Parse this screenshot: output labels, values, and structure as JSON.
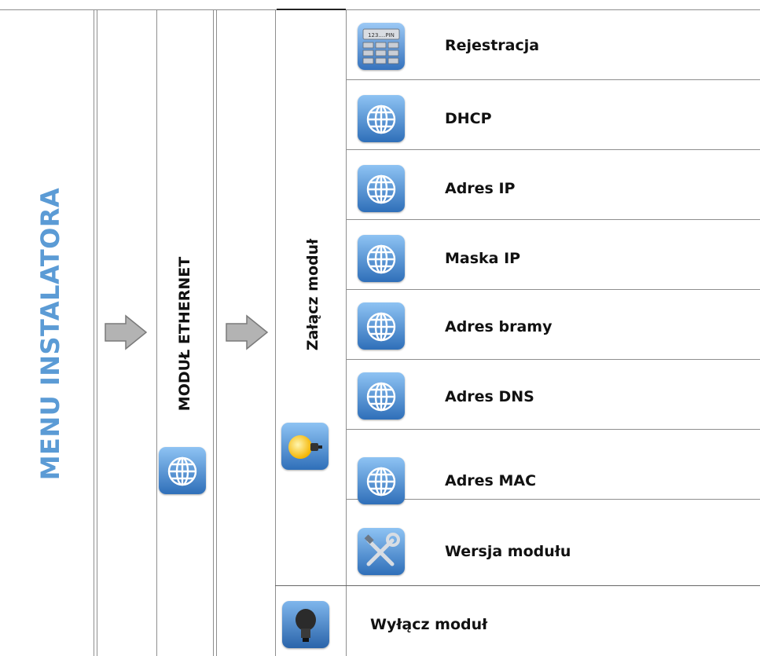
{
  "menu_title": "MENU INSTALATORA",
  "submenu_title": "MODUŁ ETHERNET",
  "enable_title": "Załącz moduł",
  "enable_items": [
    {
      "label": "Rejestracja",
      "icon": "keypad-icon"
    },
    {
      "label": "DHCP",
      "icon": "globe-icon"
    },
    {
      "label": "Adres IP",
      "icon": "globe-icon"
    },
    {
      "label": "Maska IP",
      "icon": "globe-icon"
    },
    {
      "label": "Adres bramy",
      "icon": "globe-icon"
    },
    {
      "label": "Adres DNS",
      "icon": "globe-icon"
    },
    {
      "label": "Adres MAC",
      "icon": "globe-icon"
    },
    {
      "label": "Wersja modułu",
      "icon": "tools-icon"
    }
  ],
  "disable_item": {
    "label": "Wyłącz moduł",
    "icon": "bulb-off-icon"
  },
  "keypad_icon_text": "123....PIN",
  "colors": {
    "accent": "#5b9bd5",
    "line": "#8e8e8e",
    "arrow_fill": "#b3b3b3",
    "icon_blue": "#3a7cc6"
  }
}
